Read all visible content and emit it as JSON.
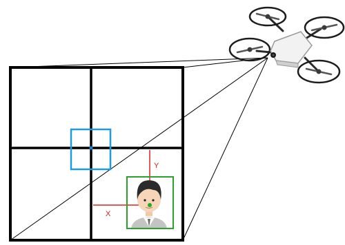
{
  "diagram": {
    "axes": {
      "x_label": "X",
      "y_label": "Y"
    },
    "frame": {
      "grid_rows": 2,
      "grid_cols": 2
    },
    "icons": {
      "drone": "drone-icon",
      "person": "person-face-icon"
    },
    "colors": {
      "frame": "#000000",
      "center_box": "#1e9be0",
      "face_box": "#2aa12a",
      "axes": "#e02020",
      "face_center": "#22aa22",
      "frame_center": "#1e7fd0"
    }
  }
}
